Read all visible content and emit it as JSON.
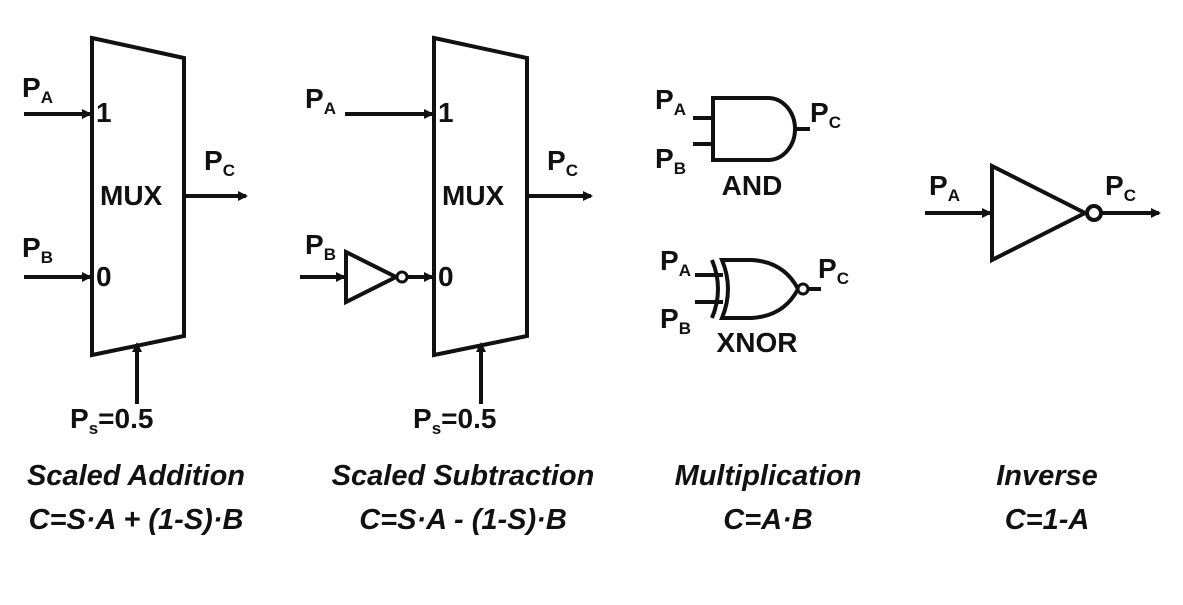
{
  "labels": {
    "pa": "P",
    "pa_sub": "A",
    "pb": "P",
    "pb_sub": "B",
    "pc": "P",
    "pc_sub": "C",
    "ps": "P",
    "ps_sub": "s",
    "ps_val": "=0.5",
    "mux": "MUX",
    "in1": "1",
    "in0": "0",
    "and": "AND",
    "xnor": "XNOR"
  },
  "captions": [
    {
      "title": "Scaled Addition",
      "formula": "C=S·A + (1-S)·B"
    },
    {
      "title": "Scaled Subtraction",
      "formula": "C=S·A - (1-S)·B"
    },
    {
      "title": "Multiplication",
      "formula": "C=A·B"
    },
    {
      "title": "Inverse",
      "formula": "C=1-A"
    }
  ]
}
